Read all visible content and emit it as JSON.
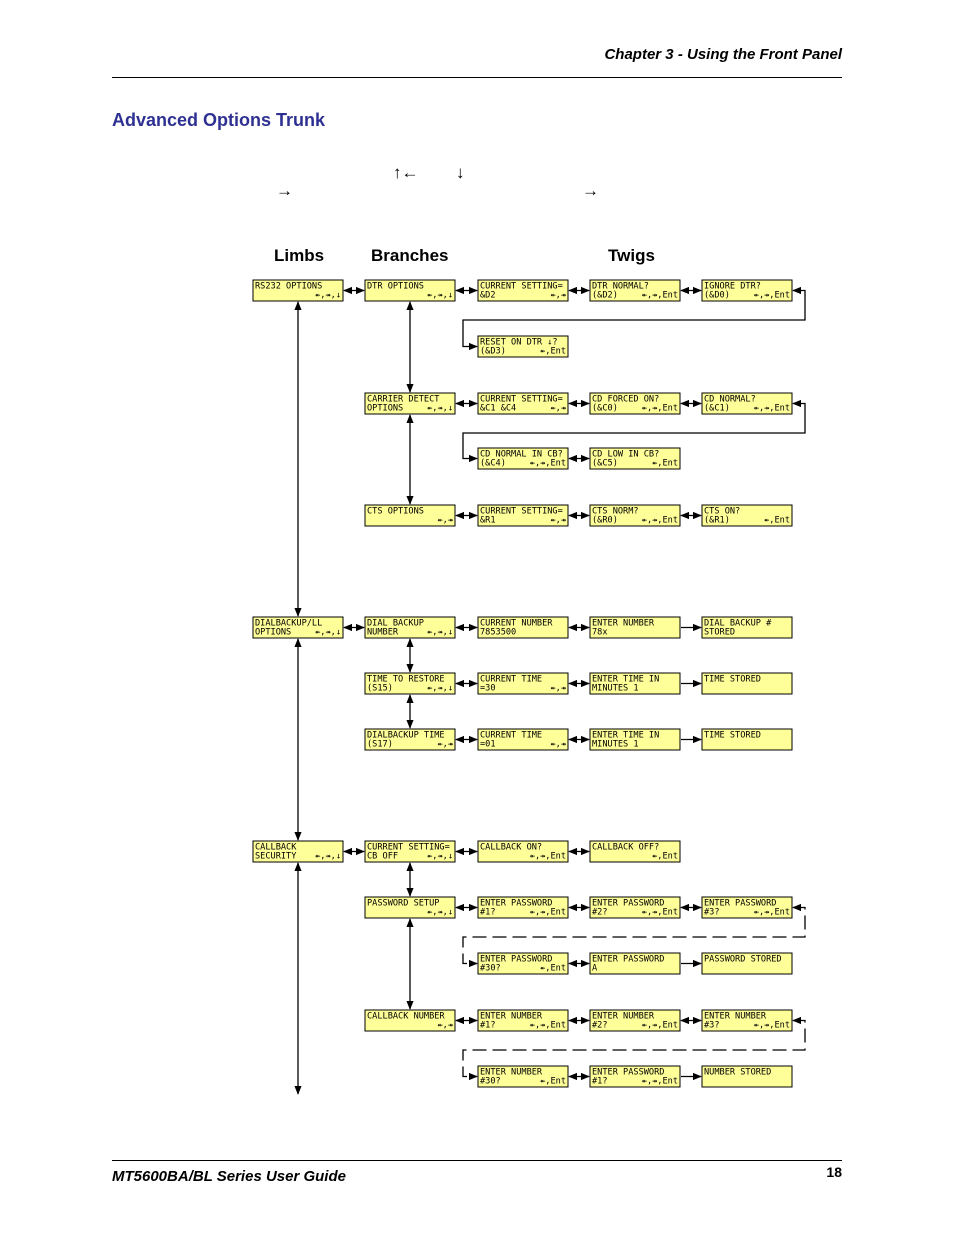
{
  "header": {
    "chapter": "Chapter 3 - Using the Front Panel"
  },
  "section": {
    "title": "Advanced Options Trunk"
  },
  "nav_glyphs": {
    "up_left": "↑←",
    "down": "↓",
    "right_a": "→",
    "right_b": "→"
  },
  "columns": {
    "limbs": "Limbs",
    "branches": "Branches",
    "twigs": "Twigs"
  },
  "boxes": [
    {
      "id": "rs232-options",
      "l1": "RS232 OPTIONS",
      "l2": "",
      "k": "↞,↠,↓"
    },
    {
      "id": "dtr-options",
      "l1": "DTR OPTIONS",
      "l2": "",
      "k": "↞,↠,↓"
    },
    {
      "id": "dtr-current",
      "l1": "CURRENT SETTING=",
      "l2": "&D2",
      "k": "↞,↠"
    },
    {
      "id": "dtr-normal",
      "l1": "DTR NORMAL?",
      "l2": "(&D2)",
      "k": "↞,↠,Ent"
    },
    {
      "id": "ignore-dtr",
      "l1": "IGNORE DTR?",
      "l2": "(&D0)",
      "k": "↞,↠,Ent"
    },
    {
      "id": "reset-on-dtr",
      "l1": "RESET ON DTR ↓?",
      "l2": "(&D3)",
      "k": "↞,Ent"
    },
    {
      "id": "carrier-detect",
      "l1": "CARRIER DETECT",
      "l2": "OPTIONS",
      "k": "↞,↠,↓"
    },
    {
      "id": "cd-current",
      "l1": "CURRENT SETTING=",
      "l2": "&C1 &C4",
      "k": "↞,↠"
    },
    {
      "id": "cd-forced-on",
      "l1": "CD FORCED ON?",
      "l2": "(&C0)",
      "k": "↞,↠,Ent"
    },
    {
      "id": "cd-normal",
      "l1": "CD NORMAL?",
      "l2": "(&C1)",
      "k": "↞,↠,Ent"
    },
    {
      "id": "cd-normal-in-cb",
      "l1": "CD NORMAL IN CB?",
      "l2": "(&C4)",
      "k": "↞,↠,Ent"
    },
    {
      "id": "cd-low-in-cb",
      "l1": "CD LOW IN CB?",
      "l2": "(&C5)",
      "k": "↞,Ent"
    },
    {
      "id": "cts-options",
      "l1": "CTS OPTIONS",
      "l2": "",
      "k": "↞,↠"
    },
    {
      "id": "cts-current",
      "l1": "CURRENT SETTING=",
      "l2": "&R1",
      "k": "↞,↠"
    },
    {
      "id": "cts-norm",
      "l1": "CTS NORM?",
      "l2": "(&R0)",
      "k": "↞,↠,Ent"
    },
    {
      "id": "cts-on",
      "l1": "CTS ON?",
      "l2": "(&R1)",
      "k": "↞,Ent"
    },
    {
      "id": "dialbackup-ll",
      "l1": "DIALBACKUP/LL",
      "l2": "OPTIONS",
      "k": "↞,↠,↓"
    },
    {
      "id": "dial-backup-number",
      "l1": "DIAL BACKUP",
      "l2": "NUMBER",
      "k": "↞,↠,↓"
    },
    {
      "id": "current-number",
      "l1": "CURRENT NUMBER",
      "l2": "7853500",
      "k": ""
    },
    {
      "id": "enter-number",
      "l1": "ENTER NUMBER",
      "l2": "78x",
      "k": ""
    },
    {
      "id": "dial-backup-stored",
      "l1": "DIAL BACKUP #",
      "l2": "STORED",
      "k": ""
    },
    {
      "id": "time-to-restore",
      "l1": "TIME TO RESTORE",
      "l2": "(S15)",
      "k": "↞,↠,↓"
    },
    {
      "id": "restore-current-time",
      "l1": "CURRENT TIME",
      "l2": "=30",
      "k": "↞,↠"
    },
    {
      "id": "restore-enter-time",
      "l1": "ENTER TIME IN",
      "l2": "MINUTES 1",
      "k": ""
    },
    {
      "id": "restore-time-stored",
      "l1": "TIME STORED",
      "l2": "",
      "k": ""
    },
    {
      "id": "dialbackup-time",
      "l1": "DIALBACKUP TIME",
      "l2": "(S17)",
      "k": "↞,↠"
    },
    {
      "id": "dbt-current-time",
      "l1": "CURRENT TIME",
      "l2": "=01",
      "k": "↞,↠"
    },
    {
      "id": "dbt-enter-time",
      "l1": "ENTER TIME IN",
      "l2": "MINUTES 1",
      "k": ""
    },
    {
      "id": "dbt-time-stored",
      "l1": "TIME STORED",
      "l2": "",
      "k": ""
    },
    {
      "id": "callback-security",
      "l1": "CALLBACK",
      "l2": "SECURITY",
      "k": "↞,↠,↓"
    },
    {
      "id": "cb-current",
      "l1": "CURRENT SETTING=",
      "l2": "CB OFF",
      "k": "↞,↠,↓"
    },
    {
      "id": "callback-on",
      "l1": "CALLBACK ON?",
      "l2": "",
      "k": "↞,↠,Ent"
    },
    {
      "id": "callback-off",
      "l1": "CALLBACK OFF?",
      "l2": "",
      "k": "↞,Ent"
    },
    {
      "id": "password-setup",
      "l1": "PASSWORD SETUP",
      "l2": "",
      "k": "↞,↠,↓"
    },
    {
      "id": "enter-password-1",
      "l1": "ENTER PASSWORD",
      "l2": "#1?",
      "k": "↞,↠,Ent"
    },
    {
      "id": "enter-password-2",
      "l1": "ENTER PASSWORD",
      "l2": "#2?",
      "k": "↞,↠,Ent"
    },
    {
      "id": "enter-password-3",
      "l1": "ENTER PASSWORD",
      "l2": "#3?",
      "k": "↞,↠,Ent"
    },
    {
      "id": "enter-password-30",
      "l1": "ENTER PASSWORD",
      "l2": "#30?",
      "k": "↞,Ent"
    },
    {
      "id": "enter-password-a",
      "l1": "ENTER PASSWORD",
      "l2": "A",
      "k": ""
    },
    {
      "id": "password-stored",
      "l1": "PASSWORD STORED",
      "l2": "",
      "k": ""
    },
    {
      "id": "callback-number",
      "l1": "CALLBACK NUMBER",
      "l2": "",
      "k": "↞,↠"
    },
    {
      "id": "enter-number-1",
      "l1": "ENTER NUMBER",
      "l2": "#1?",
      "k": "↞,↠,Ent"
    },
    {
      "id": "enter-number-2",
      "l1": "ENTER NUMBER",
      "l2": "#2?",
      "k": "↞,↠,Ent"
    },
    {
      "id": "enter-number-3",
      "l1": "ENTER NUMBER",
      "l2": "#3?",
      "k": "↞,↠,Ent"
    },
    {
      "id": "enter-number-30",
      "l1": "ENTER NUMBER",
      "l2": "#30?",
      "k": "↞,Ent"
    },
    {
      "id": "cb-enter-password-1",
      "l1": "ENTER PASSWORD",
      "l2": "#1?",
      "k": "↞,↠,Ent"
    },
    {
      "id": "number-stored",
      "l1": "NUMBER STORED",
      "l2": "",
      "k": ""
    }
  ],
  "footer": {
    "guide": "MT5600BA/BL Series User Guide",
    "page": "18"
  }
}
